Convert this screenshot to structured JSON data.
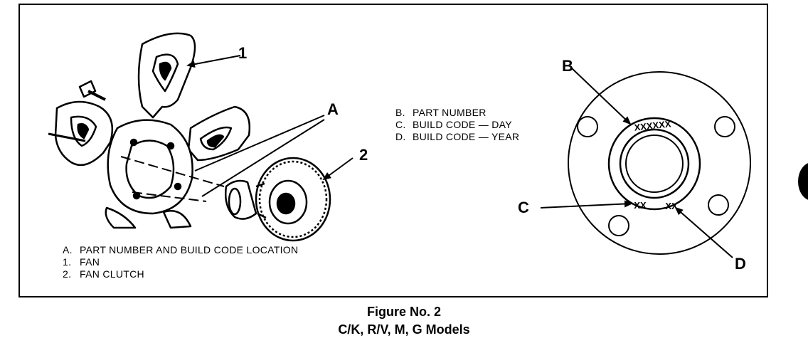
{
  "left_legend": [
    {
      "key": "A.",
      "text": "PART NUMBER AND BUILD CODE LOCATION"
    },
    {
      "key": "1.",
      "text": "FAN"
    },
    {
      "key": "2.",
      "text": "FAN CLUTCH"
    }
  ],
  "right_legend": [
    {
      "key": "B.",
      "text": "PART NUMBER"
    },
    {
      "key": "C.",
      "text": "BUILD CODE — DAY"
    },
    {
      "key": "D.",
      "text": "BUILD CODE — YEAR"
    }
  ],
  "callouts": {
    "one": "1",
    "two": "2",
    "a": "A",
    "b": "B",
    "c": "C",
    "d": "D"
  },
  "hub_markings": {
    "part_number": "XXXXXX",
    "day_code": "XX",
    "year_code": "XX"
  },
  "caption": {
    "line1": "Figure No. 2",
    "line2": "C/K, R/V, M, G Models"
  }
}
